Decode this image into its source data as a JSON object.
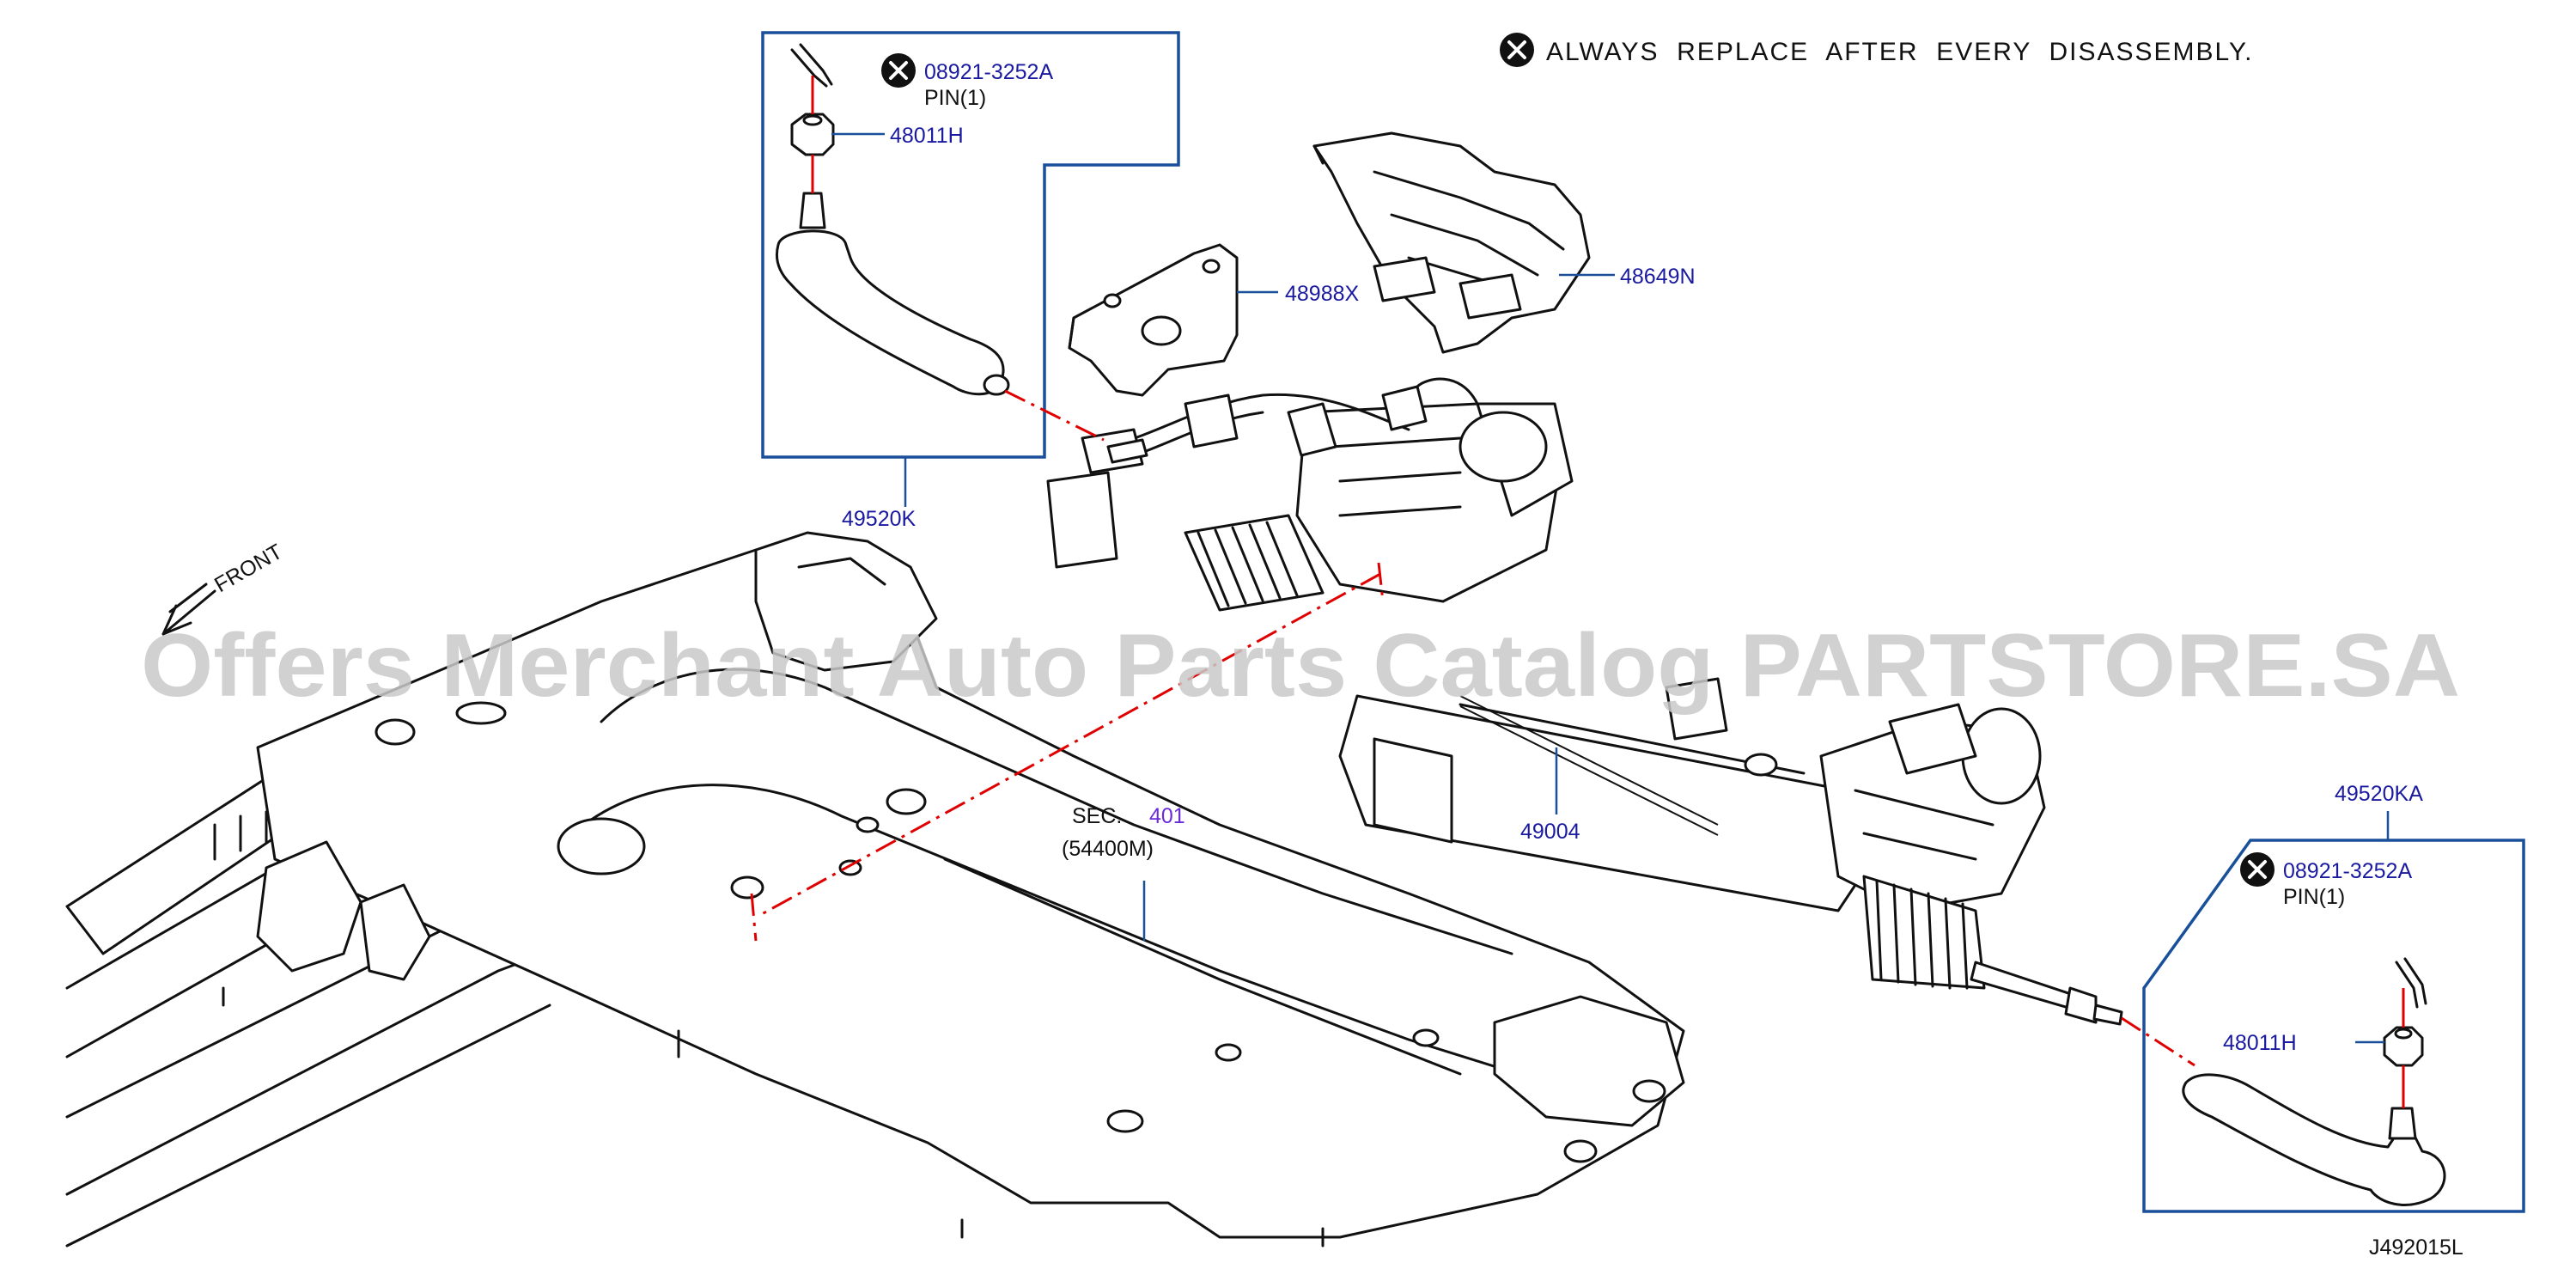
{
  "note": {
    "text": "ALWAYS  REPLACE  AFTER  EVERY  DISASSEMBLY.",
    "icon": "x-circle-icon"
  },
  "watermark": "Offers Merchant Auto Parts Catalog PARTSTORE.SA",
  "front_label": "FRONT",
  "diagram_id": "J492015L",
  "callouts": {
    "pin_left": {
      "part_no": "08921-3252A",
      "desc": "PIN(1)"
    },
    "nut_left": "48011H",
    "tie_rod_left": "49520K",
    "bracket": "48988X",
    "cover": "48649N",
    "gear_assy": "49004",
    "sec_prefix": "SEC.",
    "sec_number": "401",
    "sec_part": "(54400M)",
    "tie_rod_right": "49520KA",
    "pin_right": {
      "part_no": "08921-3252A",
      "desc": "PIN(1)"
    },
    "nut_right": "48011H"
  },
  "colors": {
    "label_blue": "#1a1aa0",
    "leader_blue": "#1a4f9a",
    "centerline_red": "#e00000",
    "section_purple": "#6a2bd9"
  }
}
